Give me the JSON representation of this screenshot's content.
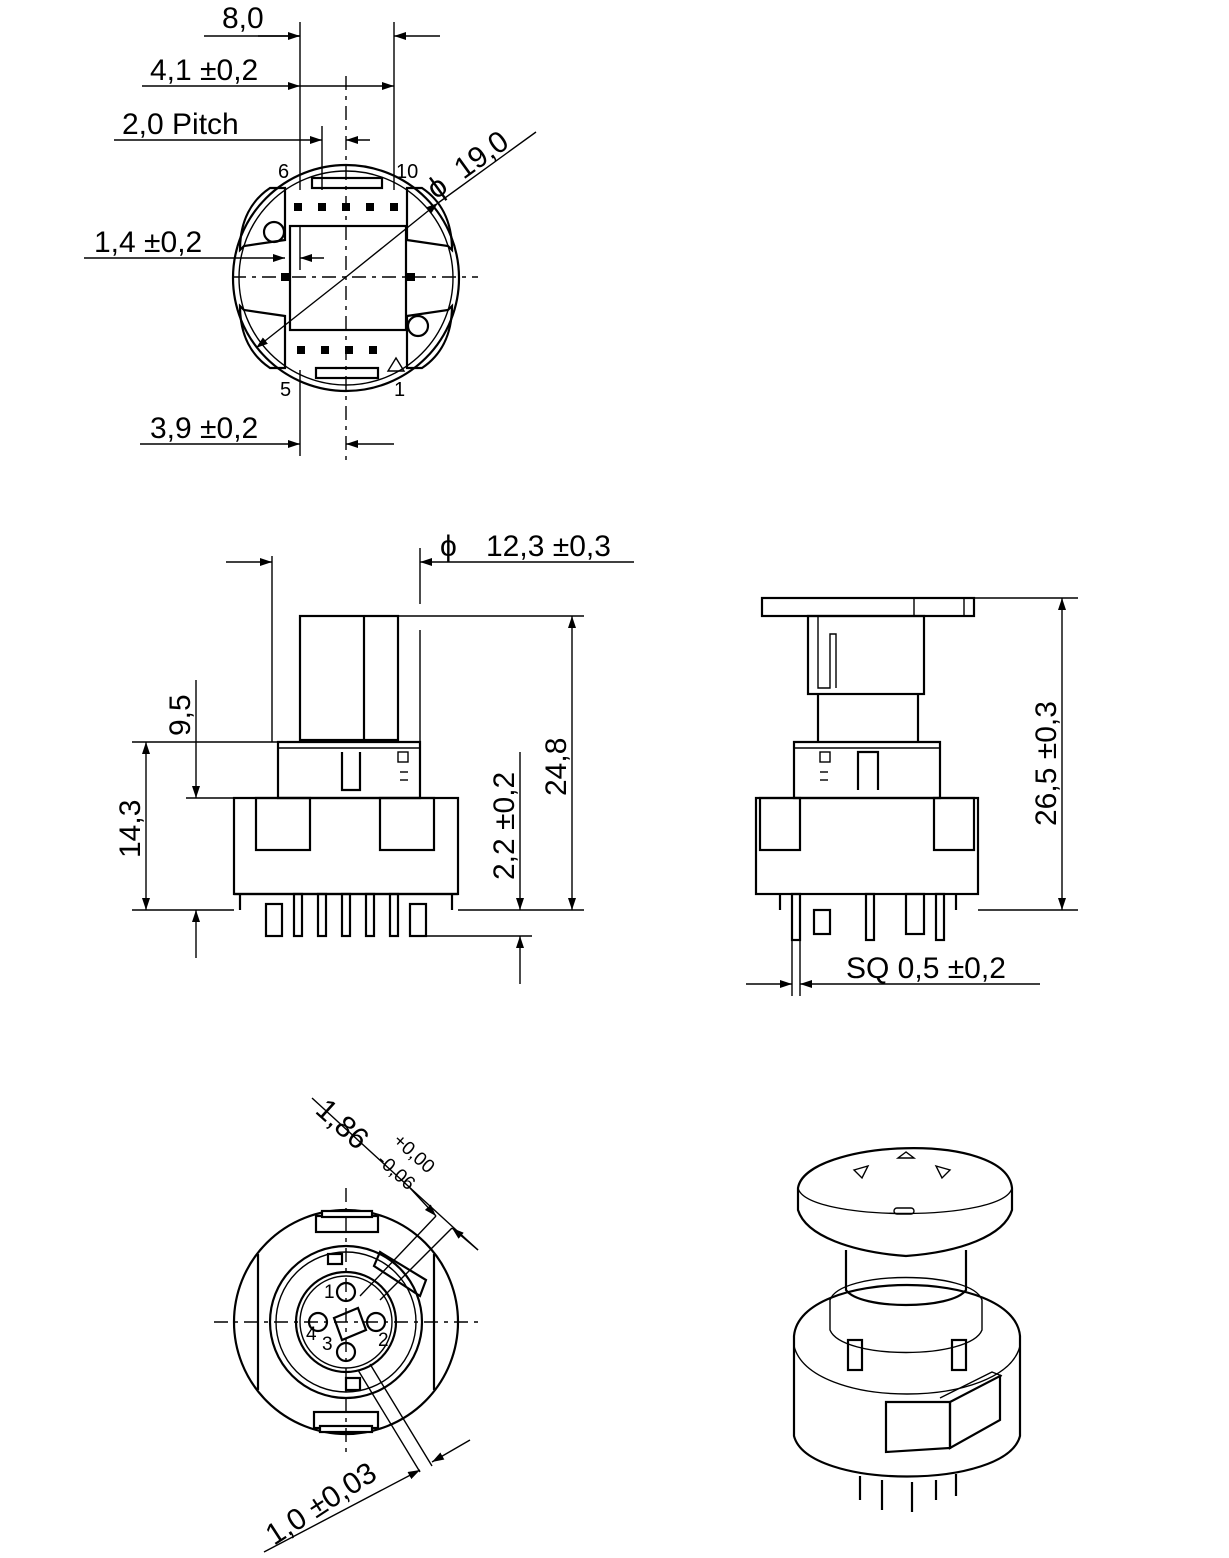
{
  "top_view": {
    "dim_width": "8,0",
    "dim_offset": "4,1 ±0,2",
    "dim_pitch": "2,0 Pitch",
    "dim_left": "1,4 ±0,2",
    "dim_bottom": "3,9 ±0,2",
    "dim_diameter": "19,0",
    "pin_labels": {
      "p6": "6",
      "p10": "10",
      "p5": "5",
      "p1": "1"
    }
  },
  "front_view": {
    "dim_diameter": "12,3 ±0,3",
    "dim_upper": "9,5",
    "dim_body": "14,3",
    "dim_pin": "2,2 ±0,2",
    "dim_total": "24,8"
  },
  "side_view": {
    "dim_total": "26,5 ±0,3",
    "dim_pin_square": "SQ  0,5 ±0,2"
  },
  "socket_view": {
    "dim_key": "1,86",
    "dim_key_tol_upper": "+0,00",
    "dim_key_tol_lower": "-0,06",
    "dim_slot": "1,0 ±0,03",
    "contact_labels": [
      "1",
      "2",
      "3",
      "4"
    ]
  },
  "symbols": {
    "diameter": "ϕ"
  },
  "colors": {
    "line": "#000000",
    "background": "#ffffff"
  }
}
